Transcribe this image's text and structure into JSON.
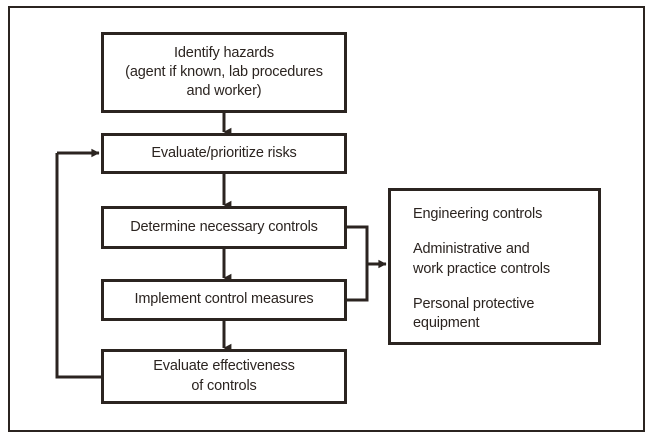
{
  "figure": {
    "type": "flowchart",
    "orientation": "vertical-with-feedback-loop",
    "border_color": "#2b2420",
    "text_color": "#2b2420",
    "background": "#ffffff"
  },
  "nodes": [
    {
      "id": "identify-hazards",
      "lines": [
        "Identify hazards",
        "(agent if known, lab procedures",
        "and worker)"
      ]
    },
    {
      "id": "evaluate-risks",
      "lines": [
        "Evaluate/prioritize risks"
      ]
    },
    {
      "id": "determine-controls",
      "lines": [
        "Determine necessary controls"
      ]
    },
    {
      "id": "implement-measures",
      "lines": [
        "Implement control measures"
      ]
    },
    {
      "id": "evaluate-effectiveness",
      "lines": [
        "Evaluate effectiveness",
        "of controls"
      ]
    }
  ],
  "controls_list": {
    "id": "controls-list",
    "items": [
      {
        "lines": [
          "Engineering controls"
        ]
      },
      {
        "lines": [
          "Administrative and",
          "work practice controls"
        ]
      },
      {
        "lines": [
          "Personal protective",
          "equipment"
        ]
      }
    ]
  },
  "connectors": [
    {
      "from": "identify-hazards",
      "to": "evaluate-risks",
      "kind": "arrow-down"
    },
    {
      "from": "evaluate-risks",
      "to": "determine-controls",
      "kind": "arrow-down"
    },
    {
      "from": "determine-controls",
      "to": "implement-measures",
      "kind": "arrow-down"
    },
    {
      "from": "implement-measures",
      "to": "evaluate-effectiveness",
      "kind": "arrow-down"
    },
    {
      "from": "evaluate-effectiveness",
      "to": "evaluate-risks",
      "kind": "feedback-loop-left"
    },
    {
      "from": "determine-controls+implement-measures",
      "to": "controls-list",
      "kind": "bracket-arrow-right"
    }
  ]
}
